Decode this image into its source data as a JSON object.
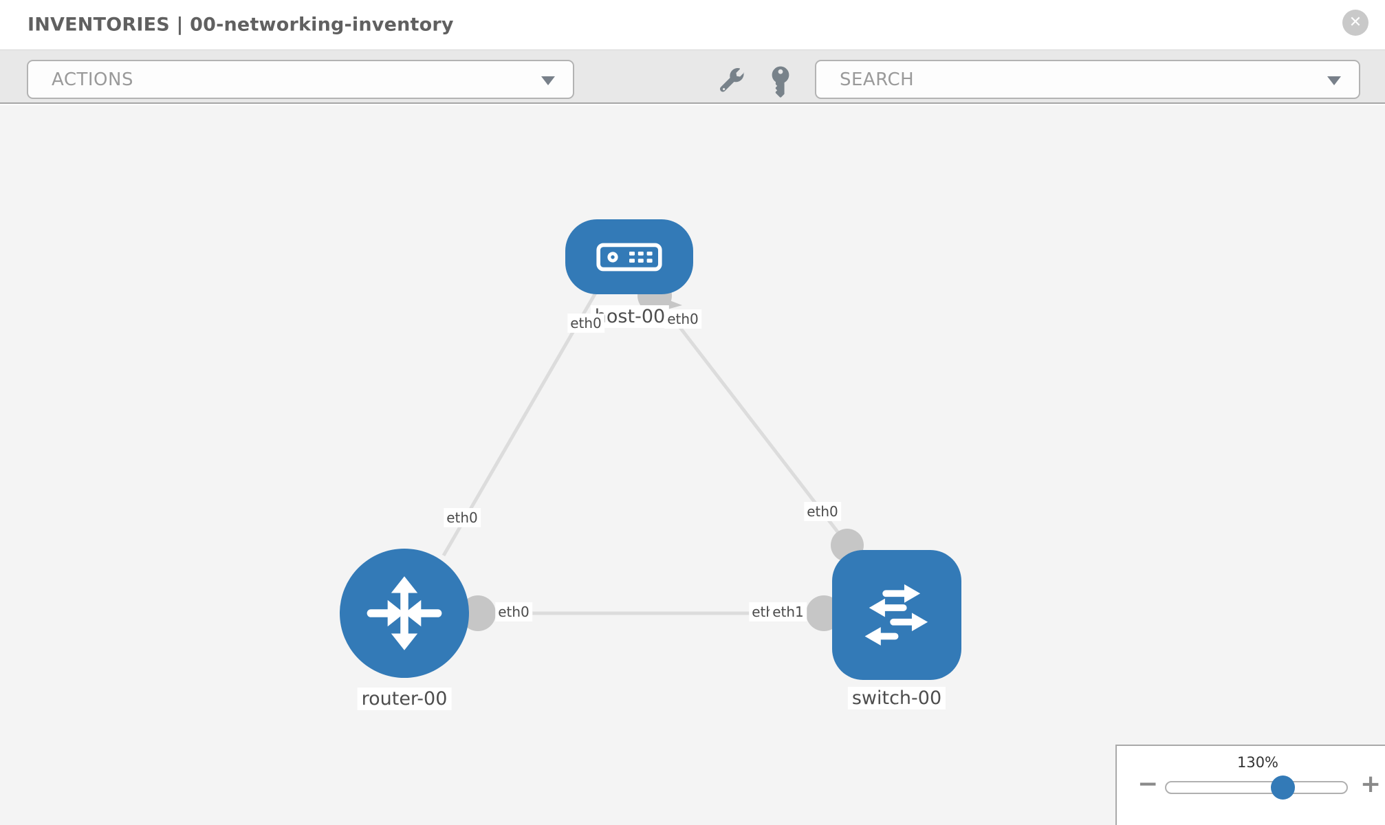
{
  "header": {
    "title": "INVENTORIES | 00-networking-inventory",
    "close_icon": "✕"
  },
  "toolbar": {
    "actions_label": "ACTIONS",
    "search_placeholder": "SEARCH"
  },
  "diagram": {
    "nodes": [
      {
        "id": "host-00",
        "type": "host",
        "label": "host-00"
      },
      {
        "id": "router-00",
        "type": "router",
        "label": "router-00"
      },
      {
        "id": "switch-00",
        "type": "switch",
        "label": "switch-00"
      }
    ],
    "links": [
      {
        "source": "host-00",
        "source_interface": "eth0",
        "target": "router-00",
        "target_interface": "eth0"
      },
      {
        "source": "host-00",
        "source_interface": "eth0",
        "target": "switch-00",
        "target_interface": "eth0"
      },
      {
        "source": "router-00",
        "source_interface": "eth0",
        "target": "switch-00",
        "target_interface": "eth1"
      }
    ],
    "interface_badges": [
      {
        "text": "eth0",
        "node": "host-00",
        "link": "host-router"
      },
      {
        "text": "eth0",
        "node": "host-00",
        "link": "host-switch"
      },
      {
        "text": "eth0",
        "node": "router-00",
        "link": "host-router"
      },
      {
        "text": "eth0",
        "node": "router-00",
        "link": "router-switch"
      },
      {
        "text": "eth0",
        "node": "switch-00",
        "link": "host-switch"
      },
      {
        "text": "eth0",
        "node": "switch-00",
        "link": "router-switch-overlapped"
      },
      {
        "text": "eth1",
        "node": "switch-00",
        "link": "router-switch"
      }
    ]
  },
  "zoom_control": {
    "level": "130%",
    "minus": "−",
    "plus": "+"
  },
  "colors": {
    "node_blue": "#337ab7",
    "link_gray": "#dcdcdc",
    "port_gray": "#c6c6c6",
    "toolbar_gray": "#e8e8e8"
  }
}
